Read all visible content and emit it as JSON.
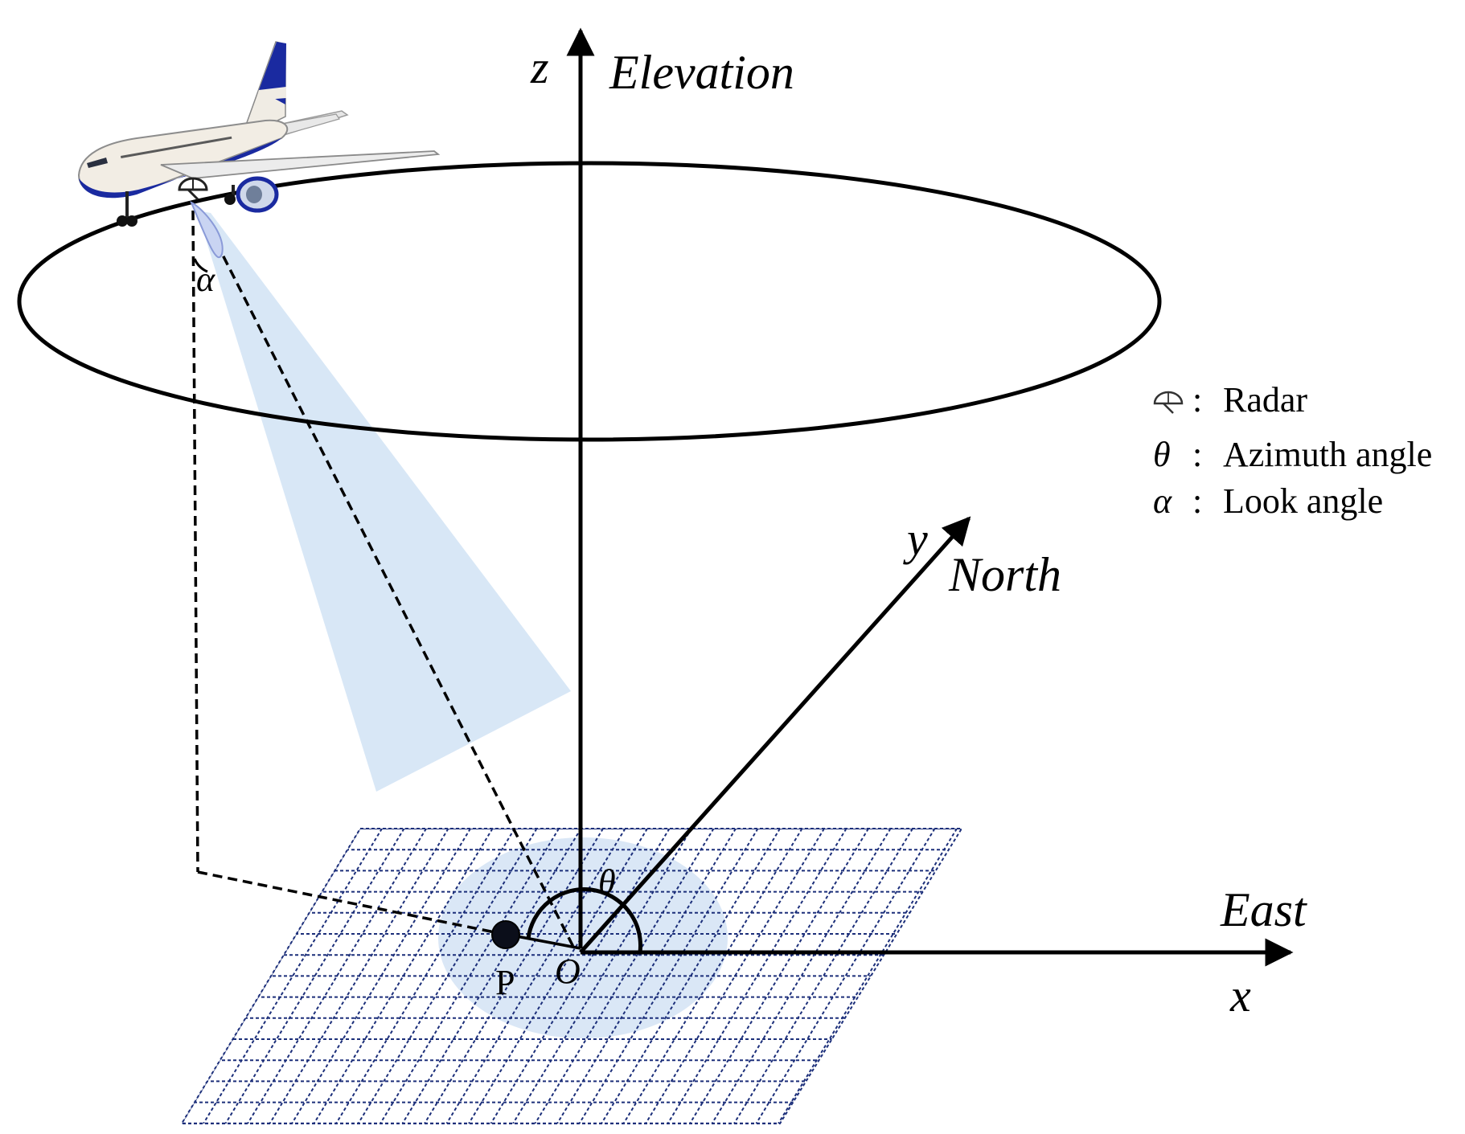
{
  "axes": {
    "z": {
      "symbol": "z",
      "name": "Elevation"
    },
    "y": {
      "symbol": "y",
      "name": "North"
    },
    "x": {
      "symbol": "x",
      "name": "East"
    }
  },
  "points": {
    "origin": "O",
    "target": "P"
  },
  "angles": {
    "azimuth": "θ",
    "look": "α"
  },
  "legend": [
    {
      "symbol": "radar-icon",
      "separator": ":",
      "label": "Radar"
    },
    {
      "symbol": "θ",
      "separator": ":",
      "label": "Azimuth angle"
    },
    {
      "symbol": "α",
      "separator": ":",
      "label": "Look angle"
    }
  ],
  "colors": {
    "grid": "#1c2f7a",
    "beam": "#d6e6f6",
    "footprint": "#d3e3f4",
    "aircraft_stripe": "#1a2aa0",
    "aircraft_body": "#f2ede4"
  }
}
